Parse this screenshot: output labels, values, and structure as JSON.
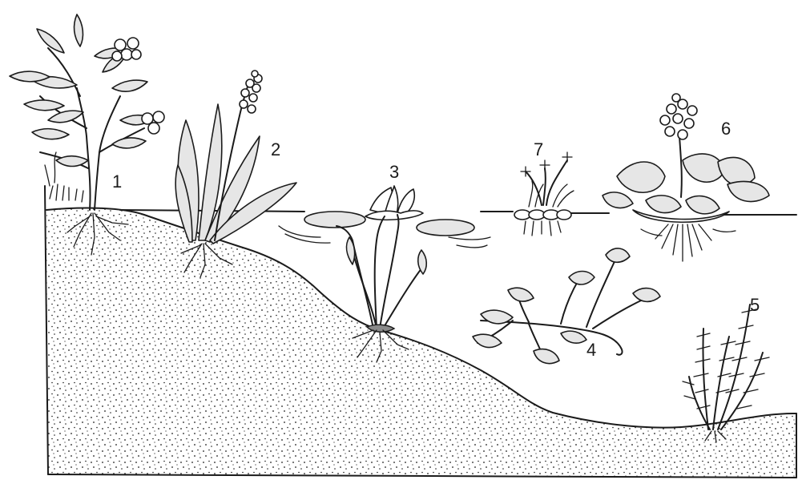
{
  "plants": [
    {
      "number": "1"
    },
    {
      "number": "2"
    },
    {
      "number": "3"
    },
    {
      "number": "4"
    },
    {
      "number": "5"
    },
    {
      "number": "6"
    },
    {
      "number": "7"
    }
  ]
}
